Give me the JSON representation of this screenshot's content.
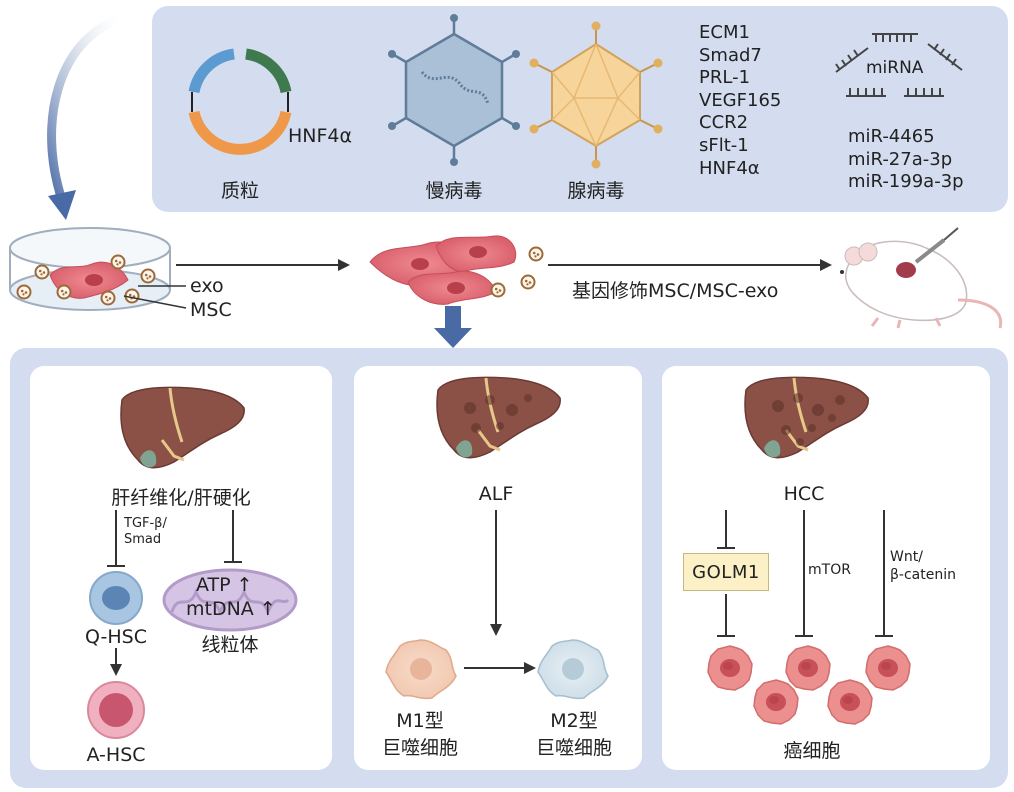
{
  "vectors": {
    "plasmid_label": "质粒",
    "plasmid_gene": "HNF4α",
    "lentivirus_label": "慢病毒",
    "adenovirus_label": "腺病毒",
    "genes": [
      "ECM1",
      "Smad7",
      "PRL-1",
      "VEGF165",
      "CCR2",
      "sFlt-1",
      "HNF4α"
    ],
    "mirna_title": "miRNA",
    "mirnas": [
      "miR-4465",
      "miR-27a-3p",
      "miR-199a-3p"
    ]
  },
  "workflow": {
    "exo_label": "exo",
    "msc_label": "MSC",
    "modified_label": "基因修饰MSC/MSC-exo"
  },
  "fibrosis_panel": {
    "title": "肝纤维化/肝硬化",
    "pathway_label_1": "TGF-β/",
    "pathway_label_2": "Smad",
    "qhsc_label": "Q-HSC",
    "ahsc_label": "A-HSC",
    "atp_label": "ATP",
    "mtdna_label": "mtDNA",
    "mito_label": "线粒体"
  },
  "alf_panel": {
    "title": "ALF",
    "m1_label_1": "M1型",
    "m1_label_2": "巨噬细胞",
    "m2_label_1": "M2型",
    "m2_label_2": "巨噬细胞"
  },
  "hcc_panel": {
    "title": "HCC",
    "golm1_label": "GOLM1",
    "mtor_label": "mTOR",
    "wnt_label_1": "Wnt/",
    "wnt_label_2": "β-catenin",
    "cancer_label": "癌细胞"
  },
  "colors": {
    "panel_bg": "#d3ddef",
    "arrow_blue": "#4a6aa5",
    "msc_pink": "#d9606a",
    "liver_brown": "#8b5046"
  }
}
